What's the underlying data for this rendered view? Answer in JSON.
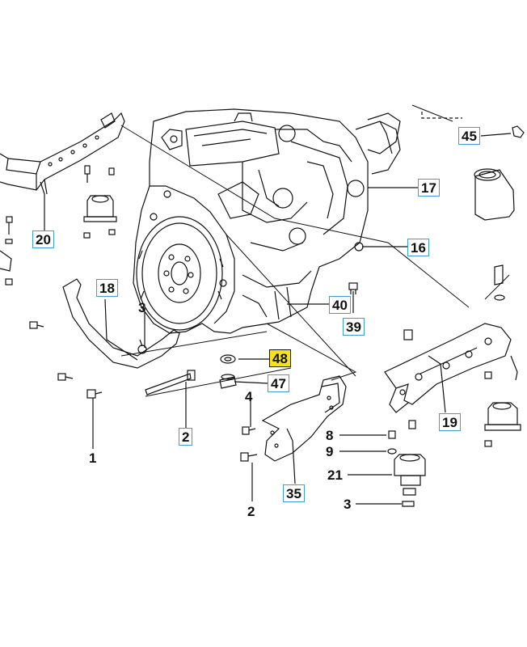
{
  "callouts": {
    "c45": "45",
    "c17": "17",
    "c20": "20",
    "c16": "16",
    "c18": "18",
    "c3a": "3",
    "c40": "40",
    "c39": "39",
    "c48": "48",
    "c47": "47",
    "c4": "4",
    "c2a": "2",
    "c1": "1",
    "c19": "19",
    "c8": "8",
    "c9": "9",
    "c21": "21",
    "c35": "35",
    "c2b": "2",
    "c3b": "3"
  },
  "colors": {
    "line": "#111111",
    "box_border": "#3aa0d8",
    "highlight": "#f5e21b"
  }
}
